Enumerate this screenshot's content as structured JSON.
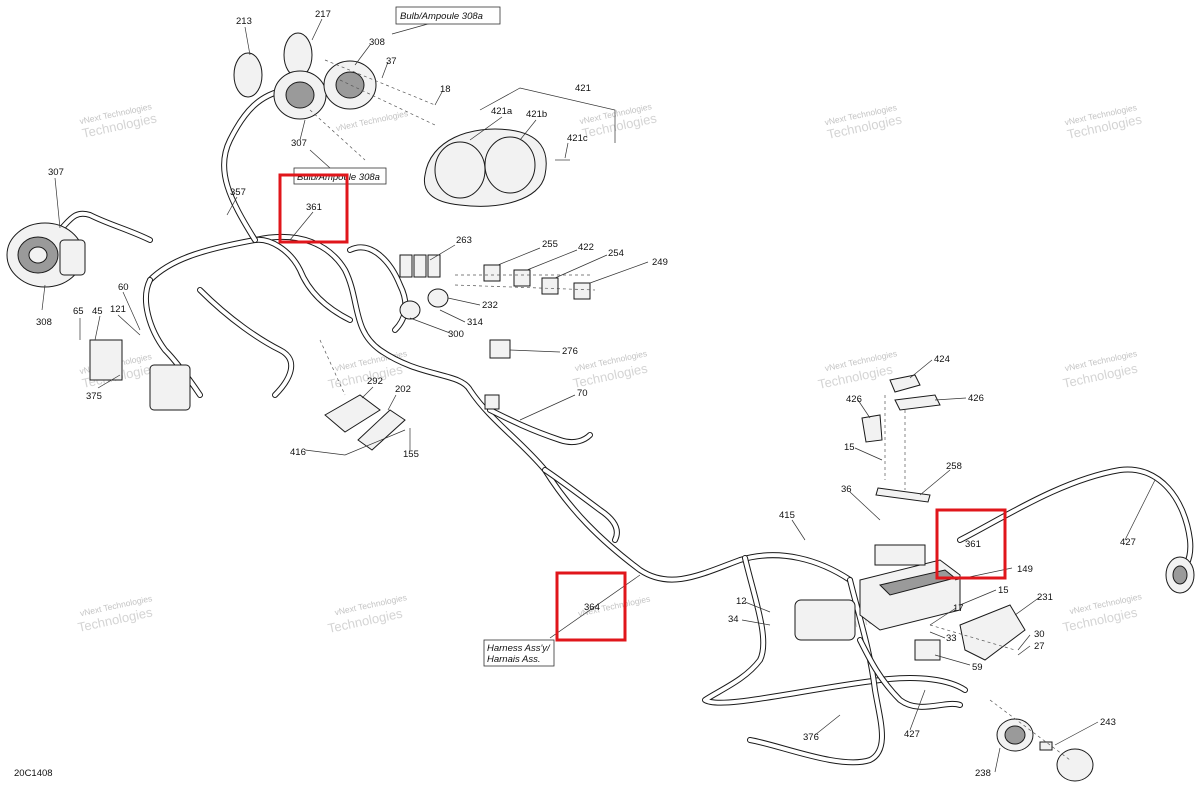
{
  "diagram_code": "20C1408",
  "labels": {
    "bulb_top": "Bulb/Ampoule 308a",
    "bulb_mid": "Bulb/Ampoule 308a",
    "harness_en": "Harness Ass'y/",
    "harness_fr": "Harnais Ass."
  },
  "watermark": {
    "line1": "vNext Technologies",
    "line2": "Technologies"
  },
  "callouts": {
    "c213": "213",
    "c217": "217",
    "c308a": "308",
    "c37": "37",
    "c18": "18",
    "c307a": "307",
    "c421": "421",
    "c421a": "421a",
    "c421b": "421b",
    "c421c": "421c",
    "c307b": "307",
    "c357": "357",
    "c361a": "361",
    "c263": "263",
    "c255": "255",
    "c422": "422",
    "c254": "254",
    "c249": "249",
    "c308b": "308",
    "c60": "60",
    "c65": "65",
    "c45": "45",
    "c121": "121",
    "c232": "232",
    "c314": "314",
    "c300": "300",
    "c375": "375",
    "c292": "292",
    "c202": "202",
    "c276": "276",
    "c70": "70",
    "c416": "416",
    "c155": "155",
    "c424": "424",
    "c426a": "426",
    "c426b": "426",
    "c15a": "15",
    "c258": "258",
    "c36": "36",
    "c415": "415",
    "c361b": "361",
    "c149": "149",
    "c427a": "427",
    "c15b": "15",
    "c231": "231",
    "c12": "12",
    "c34": "34",
    "c364": "364",
    "c17": "17",
    "c33": "33",
    "c30": "30",
    "c27": "27",
    "c59": "59",
    "c376": "376",
    "c427b": "427",
    "c243": "243",
    "c238": "238"
  },
  "highlight_color": "#e0161b"
}
